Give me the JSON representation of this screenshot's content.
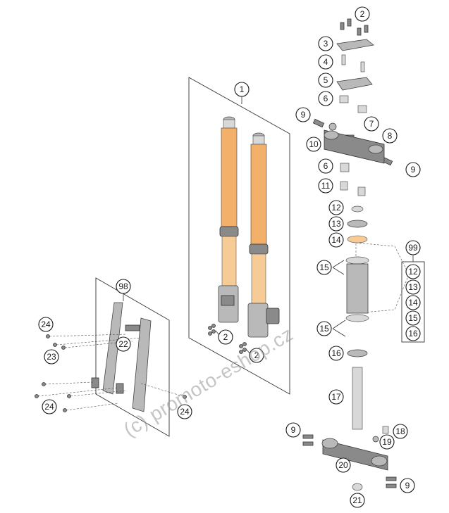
{
  "watermark": "(c) promoto-eshop.cz",
  "callouts": {
    "c1": "1",
    "c2a": "2",
    "c2b": "2",
    "c2c": "2",
    "c3": "3",
    "c4": "4",
    "c5": "5",
    "c6a": "6",
    "c6b": "6",
    "c7": "7",
    "c8": "8",
    "c9a": "9",
    "c9b": "9",
    "c9c": "9",
    "c9d": "9",
    "c10": "10",
    "c11": "11",
    "c12": "12",
    "c13": "13",
    "c14": "14",
    "c15a": "15",
    "c15b": "15",
    "c16": "16",
    "c17": "17",
    "c18": "18",
    "c19": "19",
    "c20": "20",
    "c21": "21",
    "c22": "22",
    "c23": "23",
    "c24a": "24",
    "c24b": "24",
    "c24c": "24",
    "c98": "98",
    "c99": "99",
    "k12": "12",
    "k13": "13",
    "k14": "14",
    "k15": "15",
    "k16": "16"
  }
}
